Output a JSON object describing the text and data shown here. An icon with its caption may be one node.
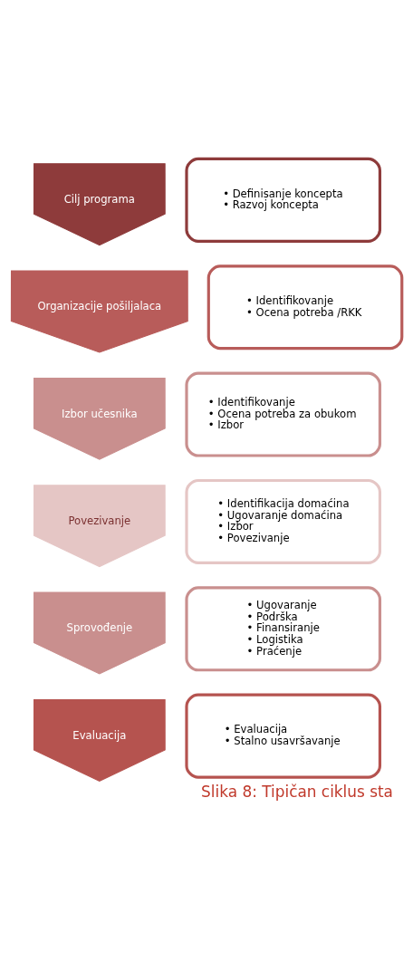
{
  "diagram": {
    "caption": "Slika 8: Tipičan ciklus sta",
    "nodes": [
      {
        "text": [
          "Cilj programa"
        ]
      },
      {
        "text": [
          "• Definisanje koncepta",
          "• Razvoj koncepta"
        ]
      },
      {
        "text": [
          "Organizacije pošiljalaca"
        ]
      },
      {
        "text": [
          "• Identifikovanje",
          "• Ocena potreba /RKK"
        ]
      },
      {
        "text": [
          "Izbor učesnika"
        ]
      },
      {
        "text": [
          "• Identifikovanje",
          "• Ocena potreba za obukom",
          "• Izbor"
        ]
      },
      {
        "text": [
          "Povezivanje"
        ]
      },
      {
        "text": [
          "• Identifikacija domaćina",
          "• Ugovaranje domaćina",
          "• Izbor",
          "• Povezivanje"
        ]
      },
      {
        "text": [
          "Sprovođenje"
        ]
      },
      {
        "text": [
          "• Ugovaranje",
          "• Podrška",
          "• Finansiranje",
          "• Logistika",
          "• Praćenje"
        ]
      },
      {
        "text": [
          "Evaluacija"
        ]
      },
      {
        "text": [
          "• Evaluacija",
          "• Stalno usavršavanje"
        ]
      }
    ]
  }
}
